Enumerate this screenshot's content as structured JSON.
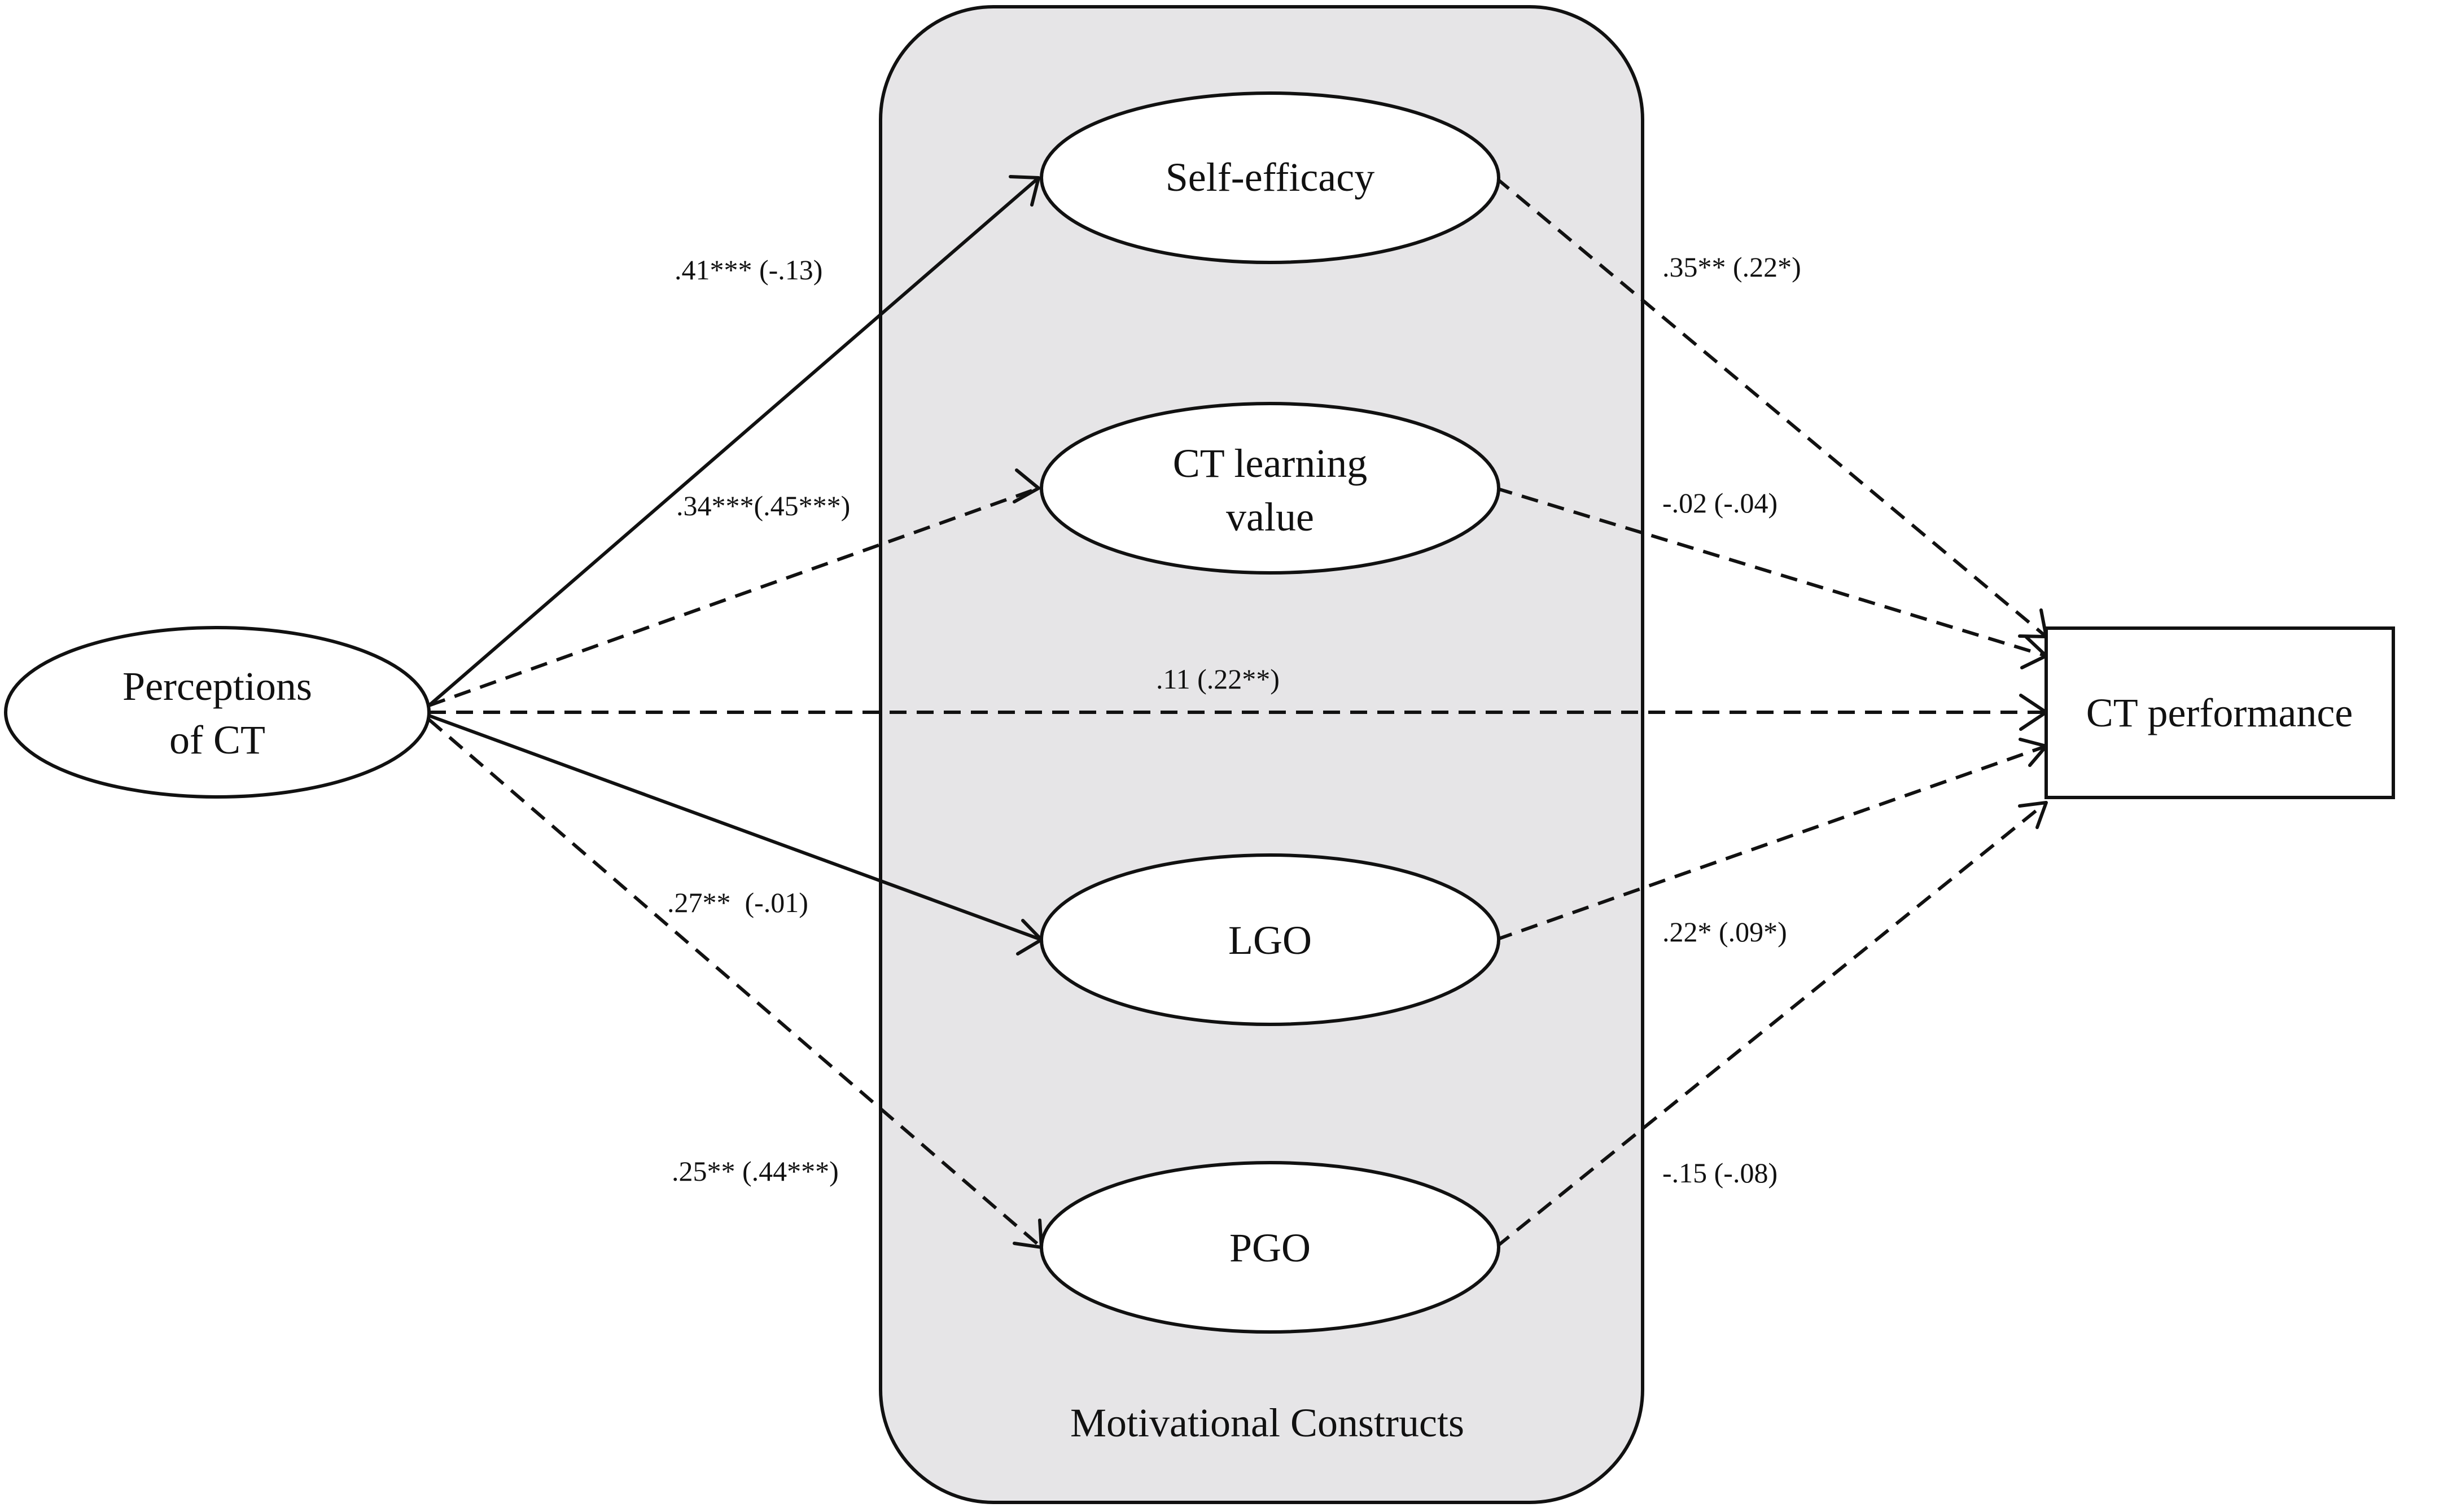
{
  "group": {
    "label": "Motivational Constructs"
  },
  "nodes": {
    "perceptions": {
      "line1": "Perceptions",
      "line2": "of CT"
    },
    "self_efficacy": {
      "label": "Self-efficacy"
    },
    "learning_value": {
      "line1": "CT learning",
      "line2": "value"
    },
    "lgo": {
      "label": "LGO"
    },
    "pgo": {
      "label": "PGO"
    },
    "performance": {
      "label": "CT performance"
    }
  },
  "paths": {
    "perc_to_se": {
      "coef": ".41*** (-.13)",
      "style": "solid"
    },
    "perc_to_lv": {
      "coef": ".34***(.45***)",
      "style": "dashed"
    },
    "perc_to_perf": {
      "coef": ".11 (.22**)",
      "style": "dashed"
    },
    "perc_to_lgo": {
      "coef": ".27**  (-.01)",
      "style": "solid"
    },
    "perc_to_pgo": {
      "coef": ".25** (.44***)",
      "style": "dashed"
    },
    "se_to_perf": {
      "coef": ".35** (.22*)",
      "style": "dashed"
    },
    "lv_to_perf": {
      "coef": "-.02 (-.04)",
      "style": "dashed"
    },
    "lgo_to_perf": {
      "coef": ".22* (.09*)",
      "style": "dashed"
    },
    "pgo_to_perf": {
      "coef": "-.15 (-.08)",
      "style": "dashed"
    }
  },
  "colors": {
    "group_fill": "#e6e5e7",
    "stroke": "#111111",
    "background": "#ffffff"
  }
}
